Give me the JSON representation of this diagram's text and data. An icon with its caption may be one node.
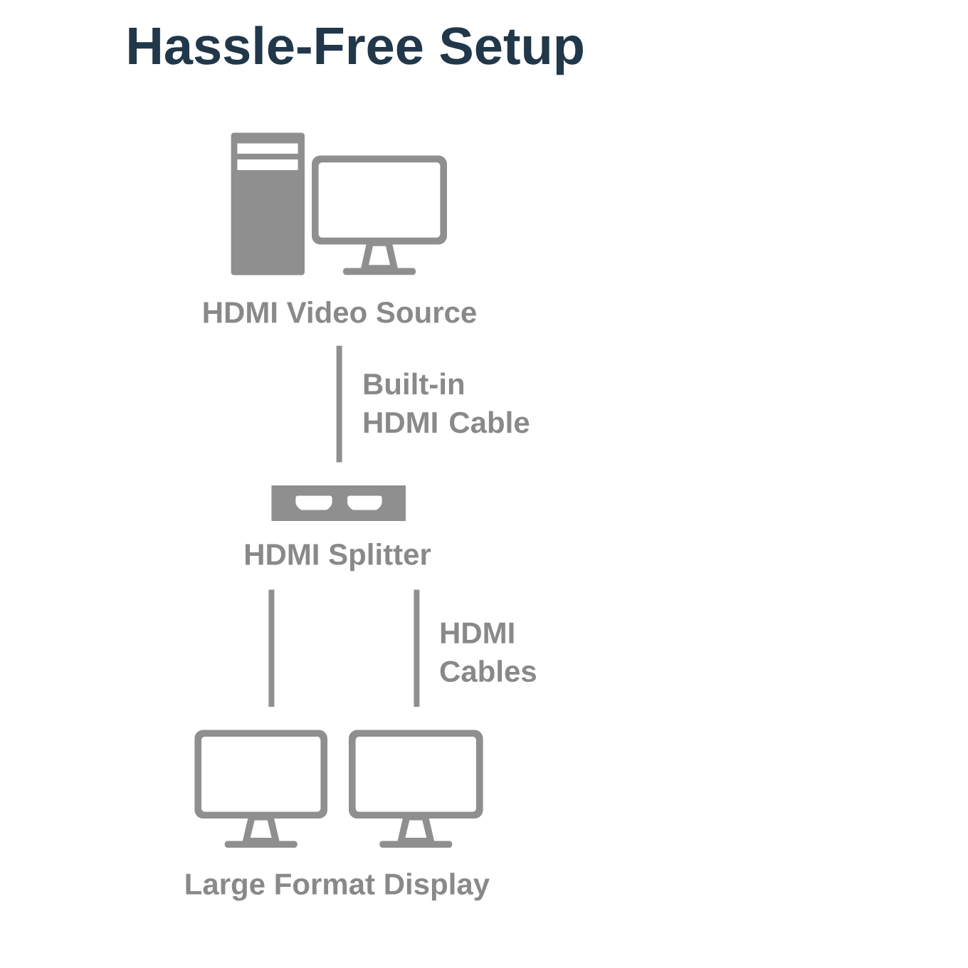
{
  "diagram": {
    "title": "Hassle-Free Setup",
    "nodes": [
      {
        "text": [
          "HDMI Video Source"
        ]
      },
      {
        "text": [
          "HDMI Splitter"
        ]
      },
      {
        "text": [],
        "shape": "monitor"
      },
      {
        "text": [],
        "shape": "monitor"
      }
    ],
    "edges": [
      {
        "from": 0,
        "to": 1,
        "arrow": "none",
        "label": "Built-in HDMI Cable"
      },
      {
        "from": 1,
        "to": 2,
        "arrow": "none"
      },
      {
        "from": 1,
        "to": 3,
        "arrow": "none",
        "label": "HDMI Cables"
      }
    ],
    "labels": [
      "Large Format Display"
    ]
  }
}
